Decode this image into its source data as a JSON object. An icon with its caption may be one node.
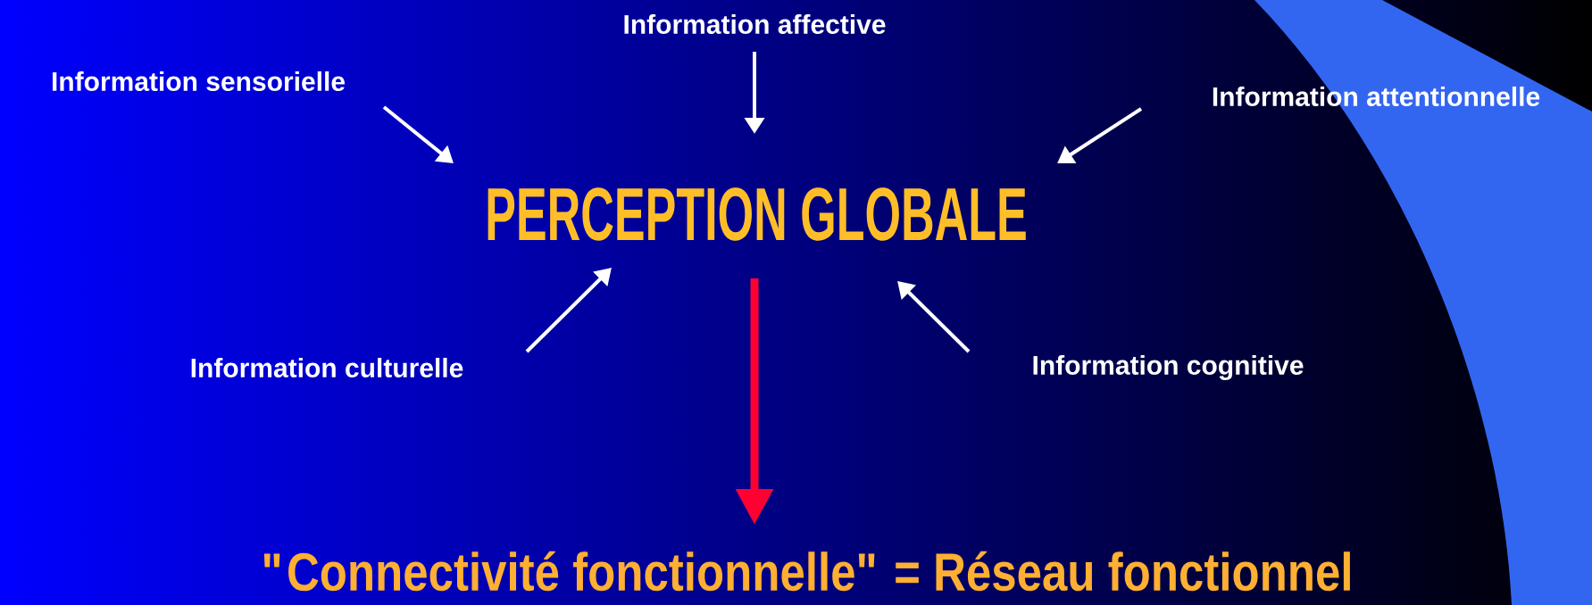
{
  "diagram": {
    "nodes": [
      {
        "text": [
          "Information affective"
        ]
      },
      {
        "text": [
          "Information sensorielle"
        ]
      },
      {
        "text": [
          "Information attentionnelle"
        ]
      },
      {
        "text": [
          "PERCEPTION GLOBALE"
        ]
      },
      {
        "text": [
          "Information culturelle"
        ]
      },
      {
        "text": [
          "Information cognitive"
        ]
      },
      {
        "text": [
          "\"Connectivité fonctionnelle\" = Réseau fonctionnel"
        ]
      }
    ],
    "edges": [
      {
        "from": 1,
        "to": 3,
        "arrow": "to"
      },
      {
        "from": 0,
        "to": 3,
        "arrow": "to"
      },
      {
        "from": 2,
        "to": 3,
        "arrow": "to"
      },
      {
        "from": 4,
        "to": 3,
        "arrow": "to"
      },
      {
        "from": 5,
        "to": 3,
        "arrow": "to"
      },
      {
        "from": 3,
        "to": 6,
        "arrow": "to",
        "style": "thick",
        "color": "#ff0033"
      }
    ]
  }
}
